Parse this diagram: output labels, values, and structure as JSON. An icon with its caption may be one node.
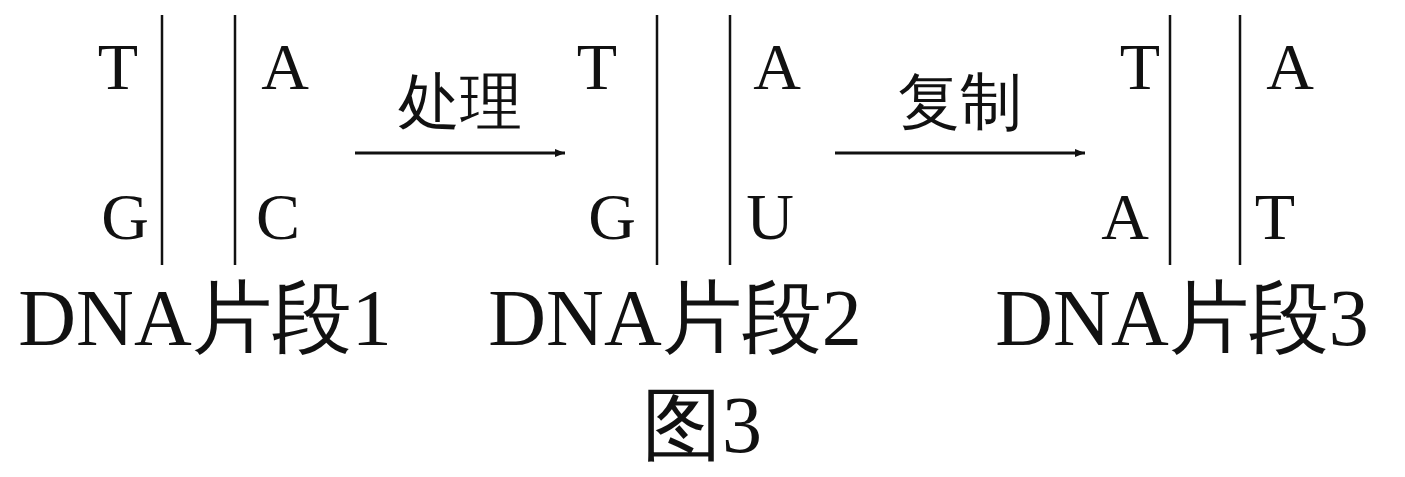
{
  "diagram": {
    "caption": "图3",
    "nodes": [
      {
        "text": [
          "T",
          "A",
          "G",
          "C"
        ],
        "beside": [
          "DNA片段1"
        ]
      },
      {
        "text": [
          "T",
          "A",
          "G",
          "U"
        ],
        "beside": [
          "DNA片段2"
        ]
      },
      {
        "text": [
          "T",
          "A",
          "A",
          "T"
        ],
        "beside": [
          "DNA片段3"
        ]
      }
    ],
    "edges": [
      {
        "from": 0,
        "to": 1,
        "arrow": "to",
        "label": "处理"
      },
      {
        "from": 1,
        "to": 2,
        "arrow": "to",
        "label": "复制"
      }
    ]
  }
}
